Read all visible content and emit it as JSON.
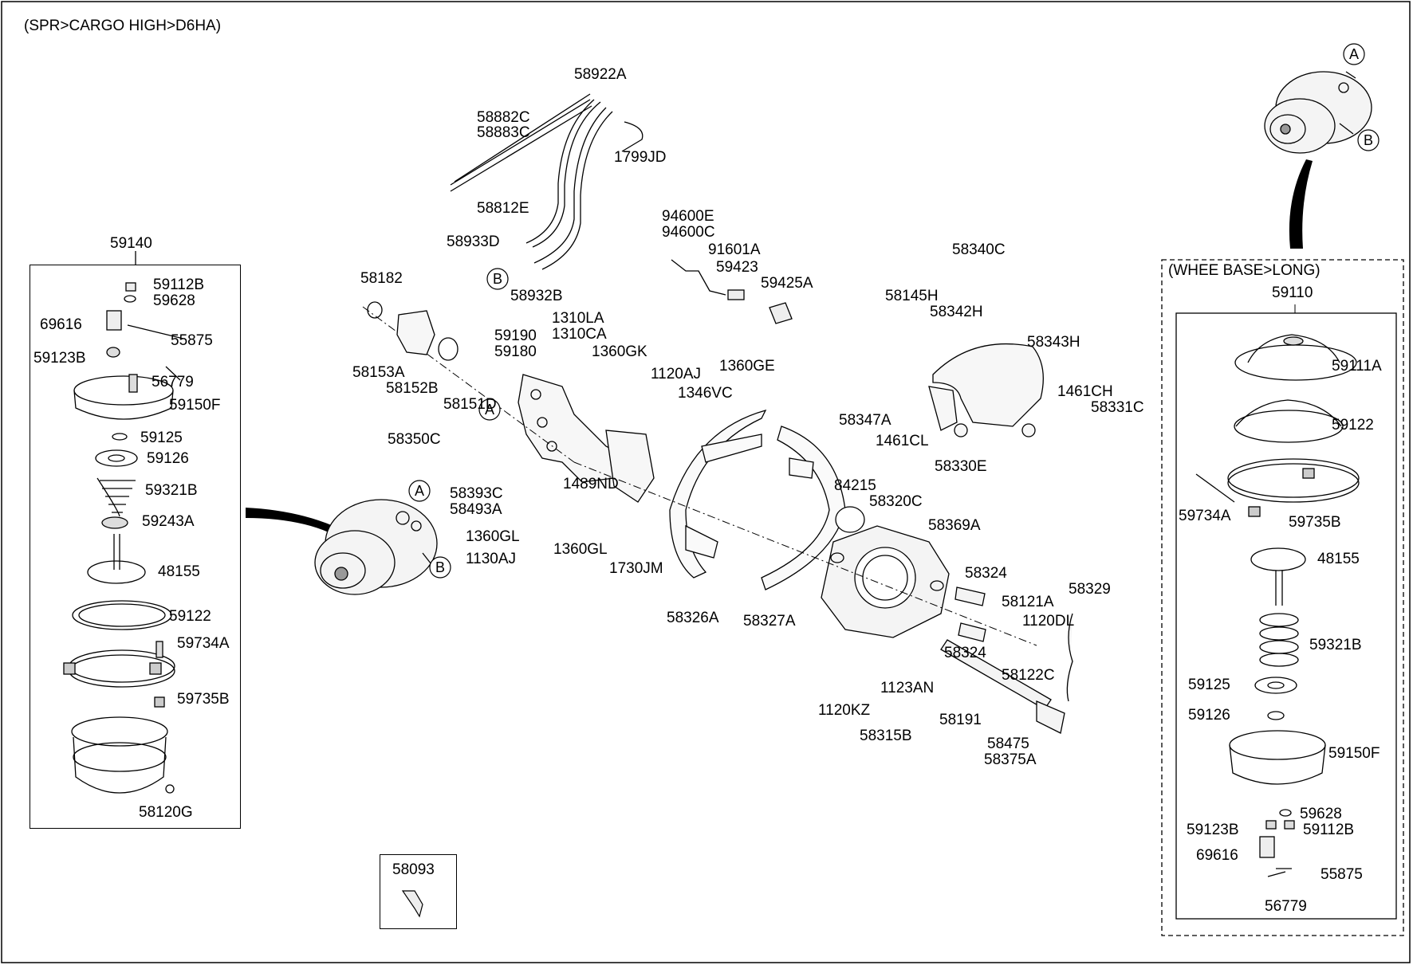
{
  "header": {
    "title": "(SPR>CARGO HIGH>D6HA)"
  },
  "left_box": {
    "title": "59140",
    "labels": [
      "59112B",
      "59628",
      "69616",
      "55875",
      "59123B",
      "56779",
      "59150F",
      "59125",
      "59126",
      "59321B",
      "59243A",
      "48155",
      "59122",
      "59734A",
      "59735B",
      "58120G"
    ]
  },
  "right_box": {
    "caption": "(WHEE BASE>LONG)",
    "title": "59110",
    "labels": [
      "59111A",
      "59122",
      "59734A",
      "59735B",
      "48155",
      "59321B",
      "59125",
      "59126",
      "59150F",
      "59628",
      "59123B",
      "59112B",
      "69616",
      "55875",
      "56779"
    ]
  },
  "small_box": {
    "title": "58093"
  },
  "callouts": {
    "a": "A",
    "b": "B"
  },
  "center": {
    "labels": [
      "58922A",
      "58882C",
      "58883C",
      "1799JD",
      "58812E",
      "58933D",
      "58932B",
      "58182",
      "58153A",
      "58152B",
      "58151D",
      "58350C",
      "59190",
      "59180",
      "1310LA",
      "1310CA",
      "1360GK",
      "94600E",
      "94600C",
      "91601A",
      "59423",
      "59425A",
      "1120AJ",
      "1346VC",
      "1360GE",
      "58340C",
      "58145H",
      "58342H",
      "58343H",
      "1461CH",
      "58331C",
      "58347A",
      "1461CL",
      "58330E",
      "58393C",
      "58493A",
      "1489ND",
      "1360GL",
      "1360GL",
      "1130AJ",
      "1730JM",
      "58326A",
      "58327A",
      "84215",
      "58320C",
      "58369A",
      "58324",
      "58121A",
      "58329",
      "1120DL",
      "58324",
      "58122C",
      "1120KZ",
      "1123AN",
      "58191",
      "58315B",
      "58475",
      "58375A"
    ]
  }
}
